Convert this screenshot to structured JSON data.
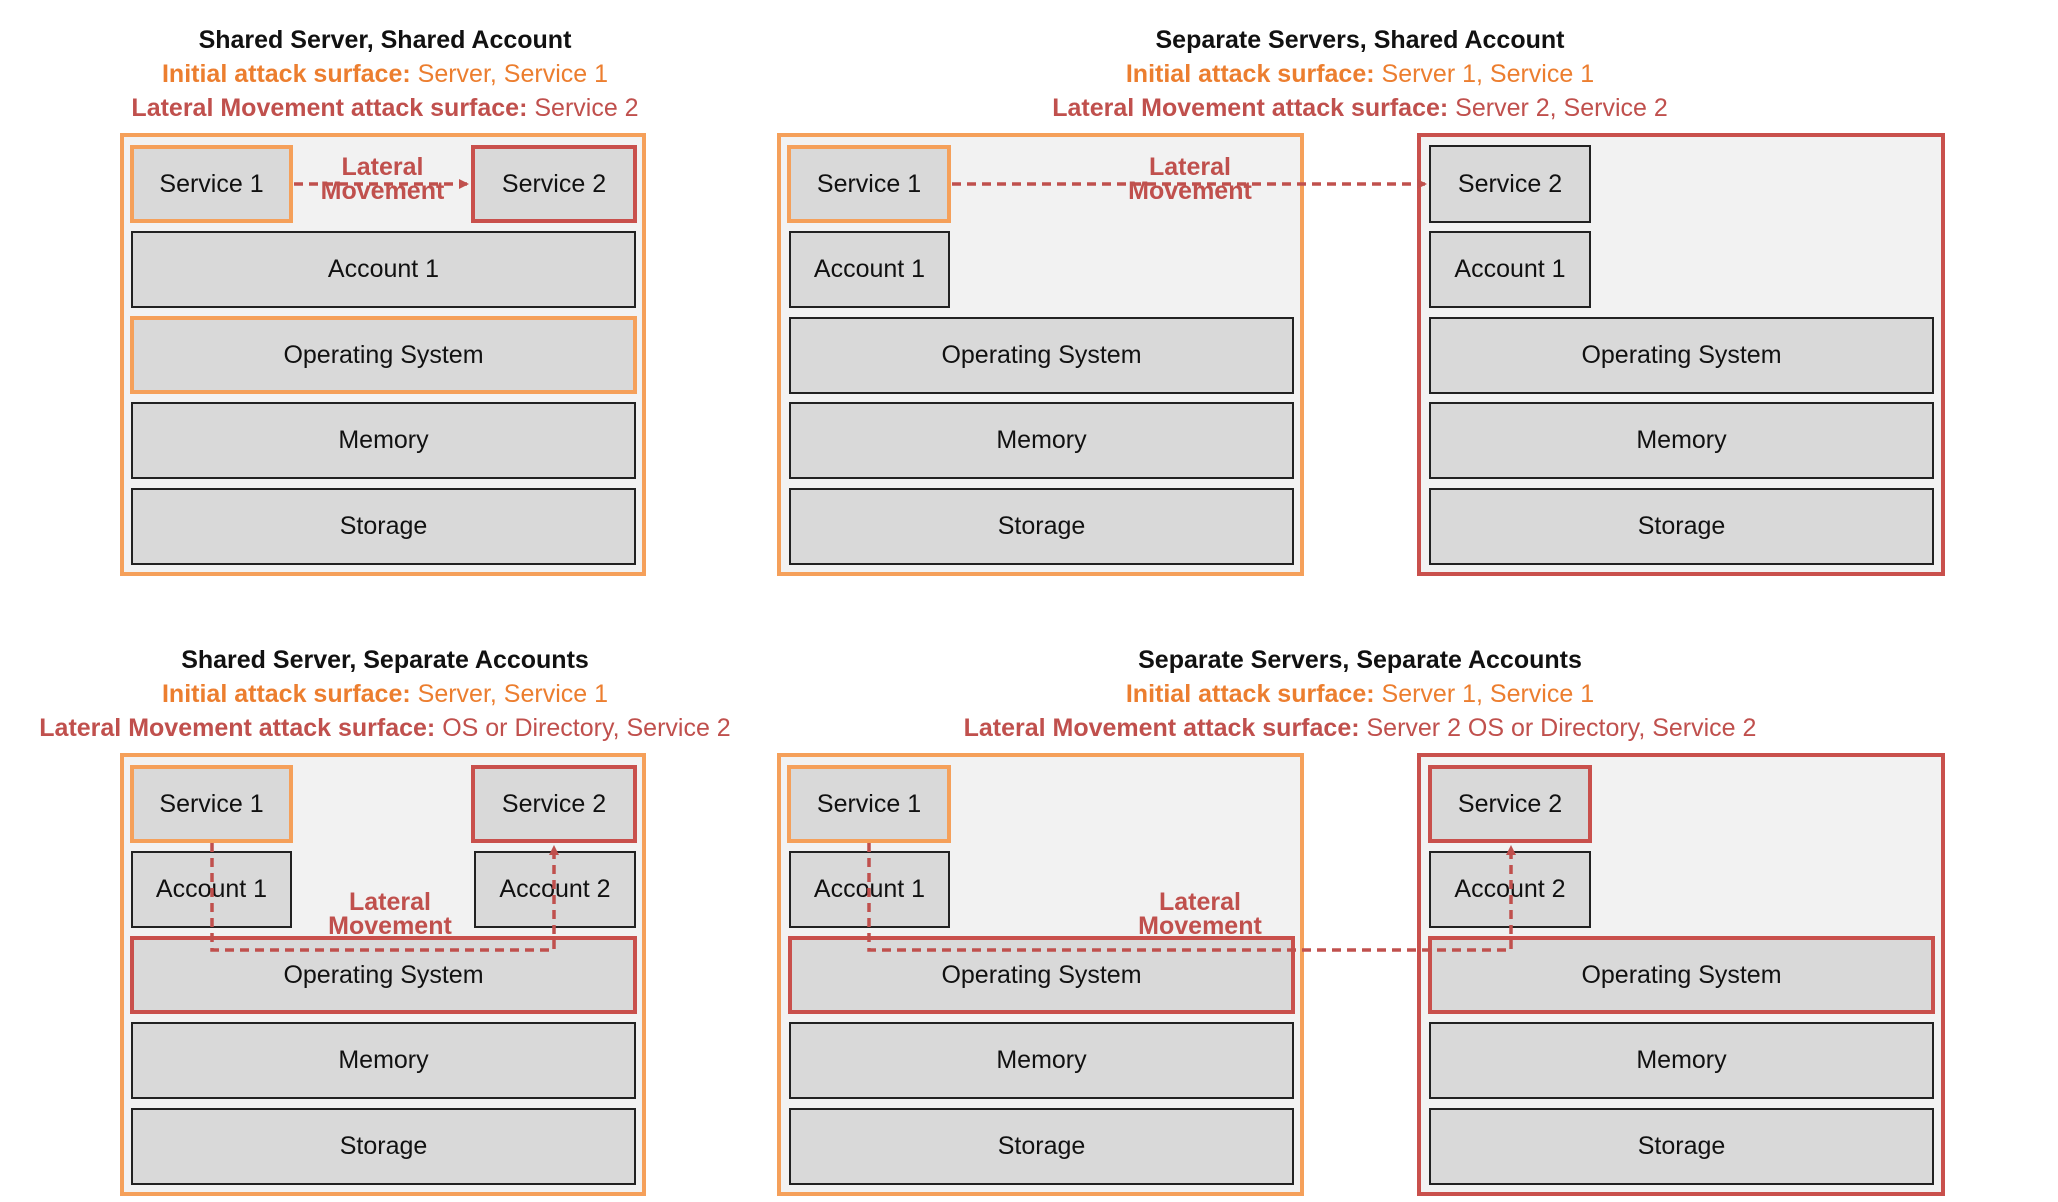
{
  "labels": {
    "initial_key": "Initial attack surface:",
    "lateral_key": "Lateral Movement attack surface:",
    "lateral_line1": "Lateral",
    "lateral_line2": "Movement",
    "service1": "Service 1",
    "service2": "Service 2",
    "account1": "Account 1",
    "account2": "Account 2",
    "os": "Operating System",
    "memory": "Memory",
    "storage": "Storage"
  },
  "panels": [
    {
      "title": "Shared Server, Shared Account",
      "initial": "Server, Service 1",
      "lateral": "Service 2"
    },
    {
      "title": "Separate Servers, Shared Account",
      "initial": "Server 1, Service 1",
      "lateral": "Server 2, Service 2"
    },
    {
      "title": "Shared Server, Separate Accounts",
      "initial": "Server, Service 1",
      "lateral": "OS or Directory, Service 2"
    },
    {
      "title": "Separate Servers, Separate Accounts",
      "initial": "Server 1, Service 1",
      "lateral": "Server 2 OS or Directory, Service 2"
    }
  ],
  "colors": {
    "initial": "#ec7e2f",
    "lateral": "#c0504d",
    "initial_border": "#f5a05a",
    "lateral_border": "#c9504c",
    "box_fill": "#d9d9d9",
    "server_fill": "#f2f2f2"
  }
}
